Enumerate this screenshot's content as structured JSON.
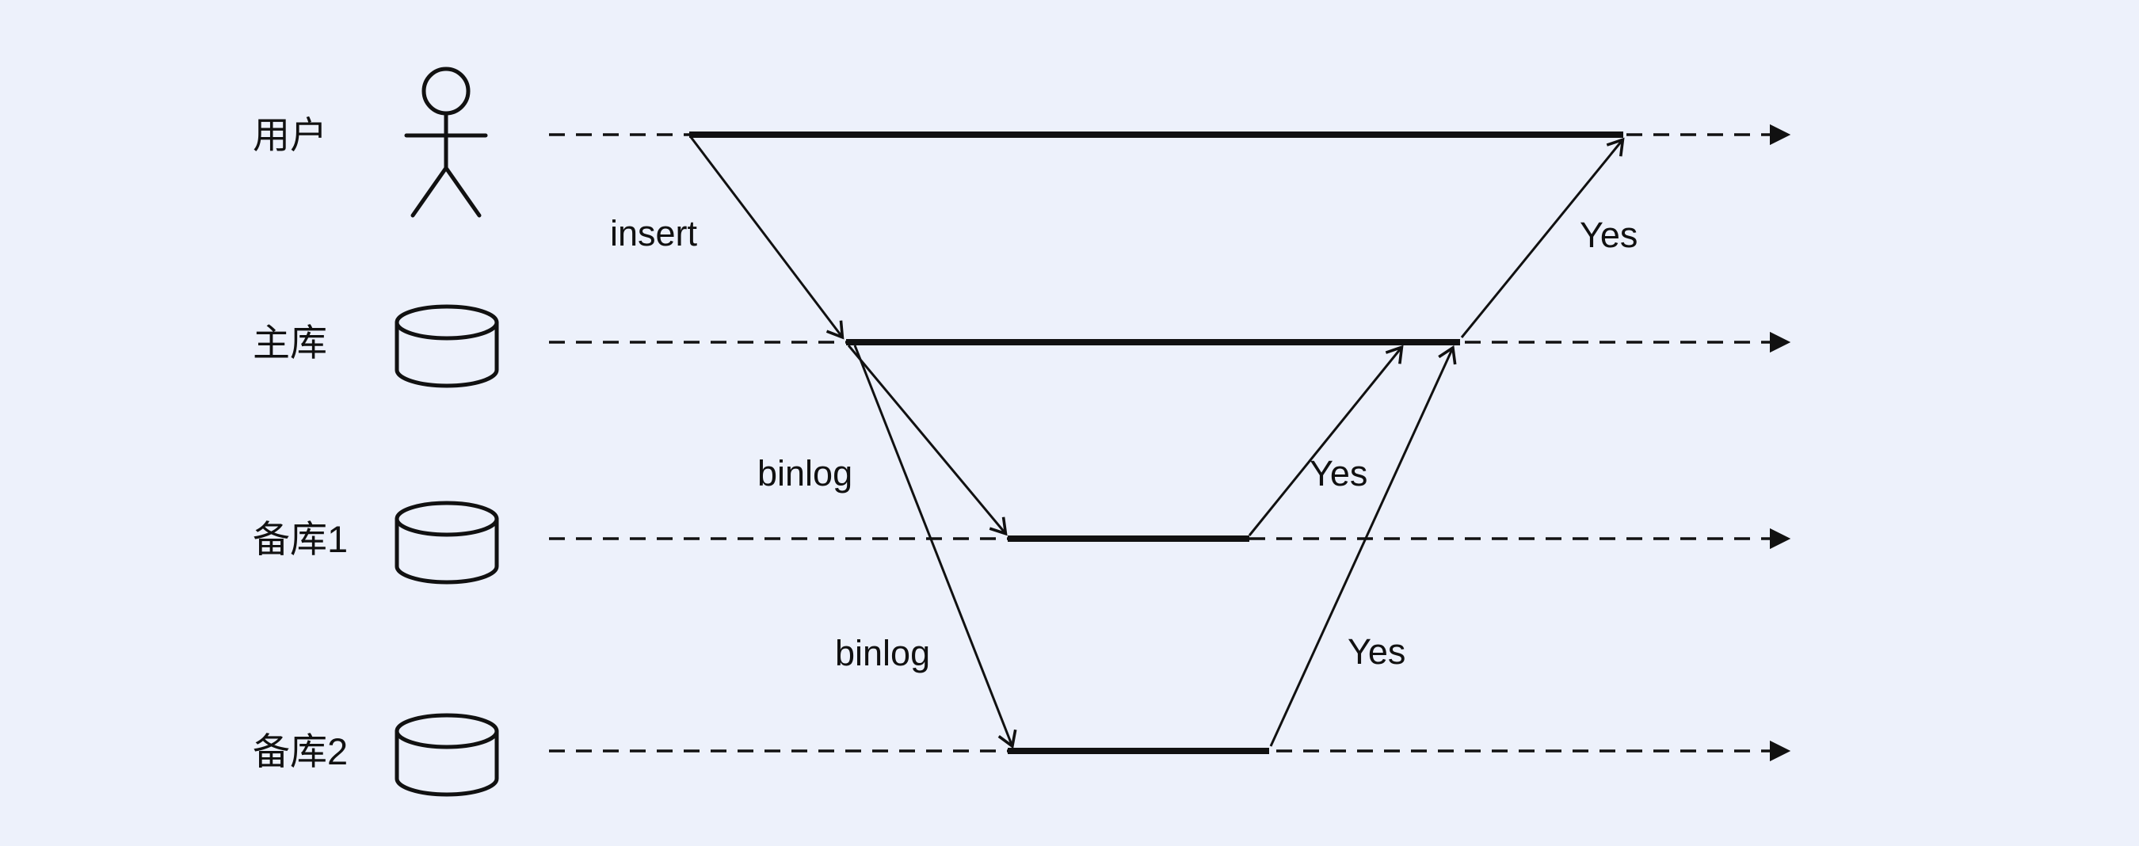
{
  "colors": {
    "background": "#edf1fb",
    "line": "#111111",
    "text": "#111111"
  },
  "diagram": {
    "lanes": [
      {
        "id": "user",
        "label": "用户",
        "icon": "person-icon"
      },
      {
        "id": "primary",
        "label": "主库",
        "icon": "database-icon"
      },
      {
        "id": "replica1",
        "label": "备库1",
        "icon": "database-icon"
      },
      {
        "id": "replica2",
        "label": "备库2",
        "icon": "database-icon"
      }
    ],
    "arrows": [
      {
        "label": "insert",
        "from": "用户",
        "to": "主库"
      },
      {
        "label": "binlog",
        "from": "主库",
        "to": "备库1"
      },
      {
        "label": "binlog",
        "from": "主库",
        "to": "备库2"
      },
      {
        "label": "Yes",
        "from": "备库1",
        "to": "主库"
      },
      {
        "label": "Yes",
        "from": "备库2",
        "to": "主库"
      },
      {
        "label": "Yes",
        "from": "主库",
        "to": "用户"
      }
    ]
  }
}
